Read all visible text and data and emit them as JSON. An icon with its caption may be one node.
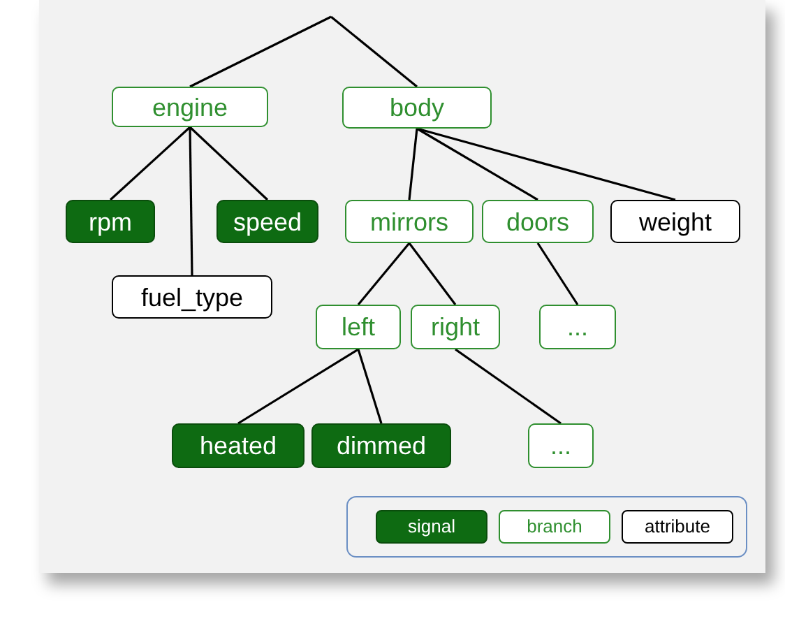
{
  "diagram": {
    "nodes": [
      {
        "text": [
          "engine"
        ]
      },
      {
        "text": [
          "body"
        ]
      },
      {
        "text": [
          "rpm"
        ]
      },
      {
        "text": [
          "speed"
        ]
      },
      {
        "text": [
          "fuel_type"
        ]
      },
      {
        "text": [
          "mirrors"
        ]
      },
      {
        "text": [
          "doors"
        ]
      },
      {
        "text": [
          "weight"
        ]
      },
      {
        "text": [
          "left"
        ]
      },
      {
        "text": [
          "right"
        ]
      },
      {
        "text": [
          "..."
        ]
      },
      {
        "text": [
          "heated"
        ]
      },
      {
        "text": [
          "dimmed"
        ]
      },
      {
        "text": [
          "..."
        ]
      }
    ],
    "edges": [
      {
        "from": null,
        "to": 0,
        "arrow": "none"
      },
      {
        "from": null,
        "to": 1,
        "arrow": "none"
      },
      {
        "from": 0,
        "to": 2,
        "arrow": "none"
      },
      {
        "from": 0,
        "to": 3,
        "arrow": "none"
      },
      {
        "from": 0,
        "to": 4,
        "arrow": "none"
      },
      {
        "from": 1,
        "to": 5,
        "arrow": "none"
      },
      {
        "from": 1,
        "to": 6,
        "arrow": "none"
      },
      {
        "from": 1,
        "to": 7,
        "arrow": "none"
      },
      {
        "from": 5,
        "to": 8,
        "arrow": "none"
      },
      {
        "from": 5,
        "to": 9,
        "arrow": "none"
      },
      {
        "from": 6,
        "to": 10,
        "arrow": "none"
      },
      {
        "from": 8,
        "to": 11,
        "arrow": "none"
      },
      {
        "from": 8,
        "to": 12,
        "arrow": "none"
      },
      {
        "from": 9,
        "to": 13,
        "arrow": "none"
      }
    ],
    "legend": [
      {
        "text": "signal",
        "color": "#0e6b12"
      },
      {
        "text": "branch",
        "color": "#2f8f2f"
      },
      {
        "text": "attribute",
        "color": "#000000"
      }
    ]
  }
}
